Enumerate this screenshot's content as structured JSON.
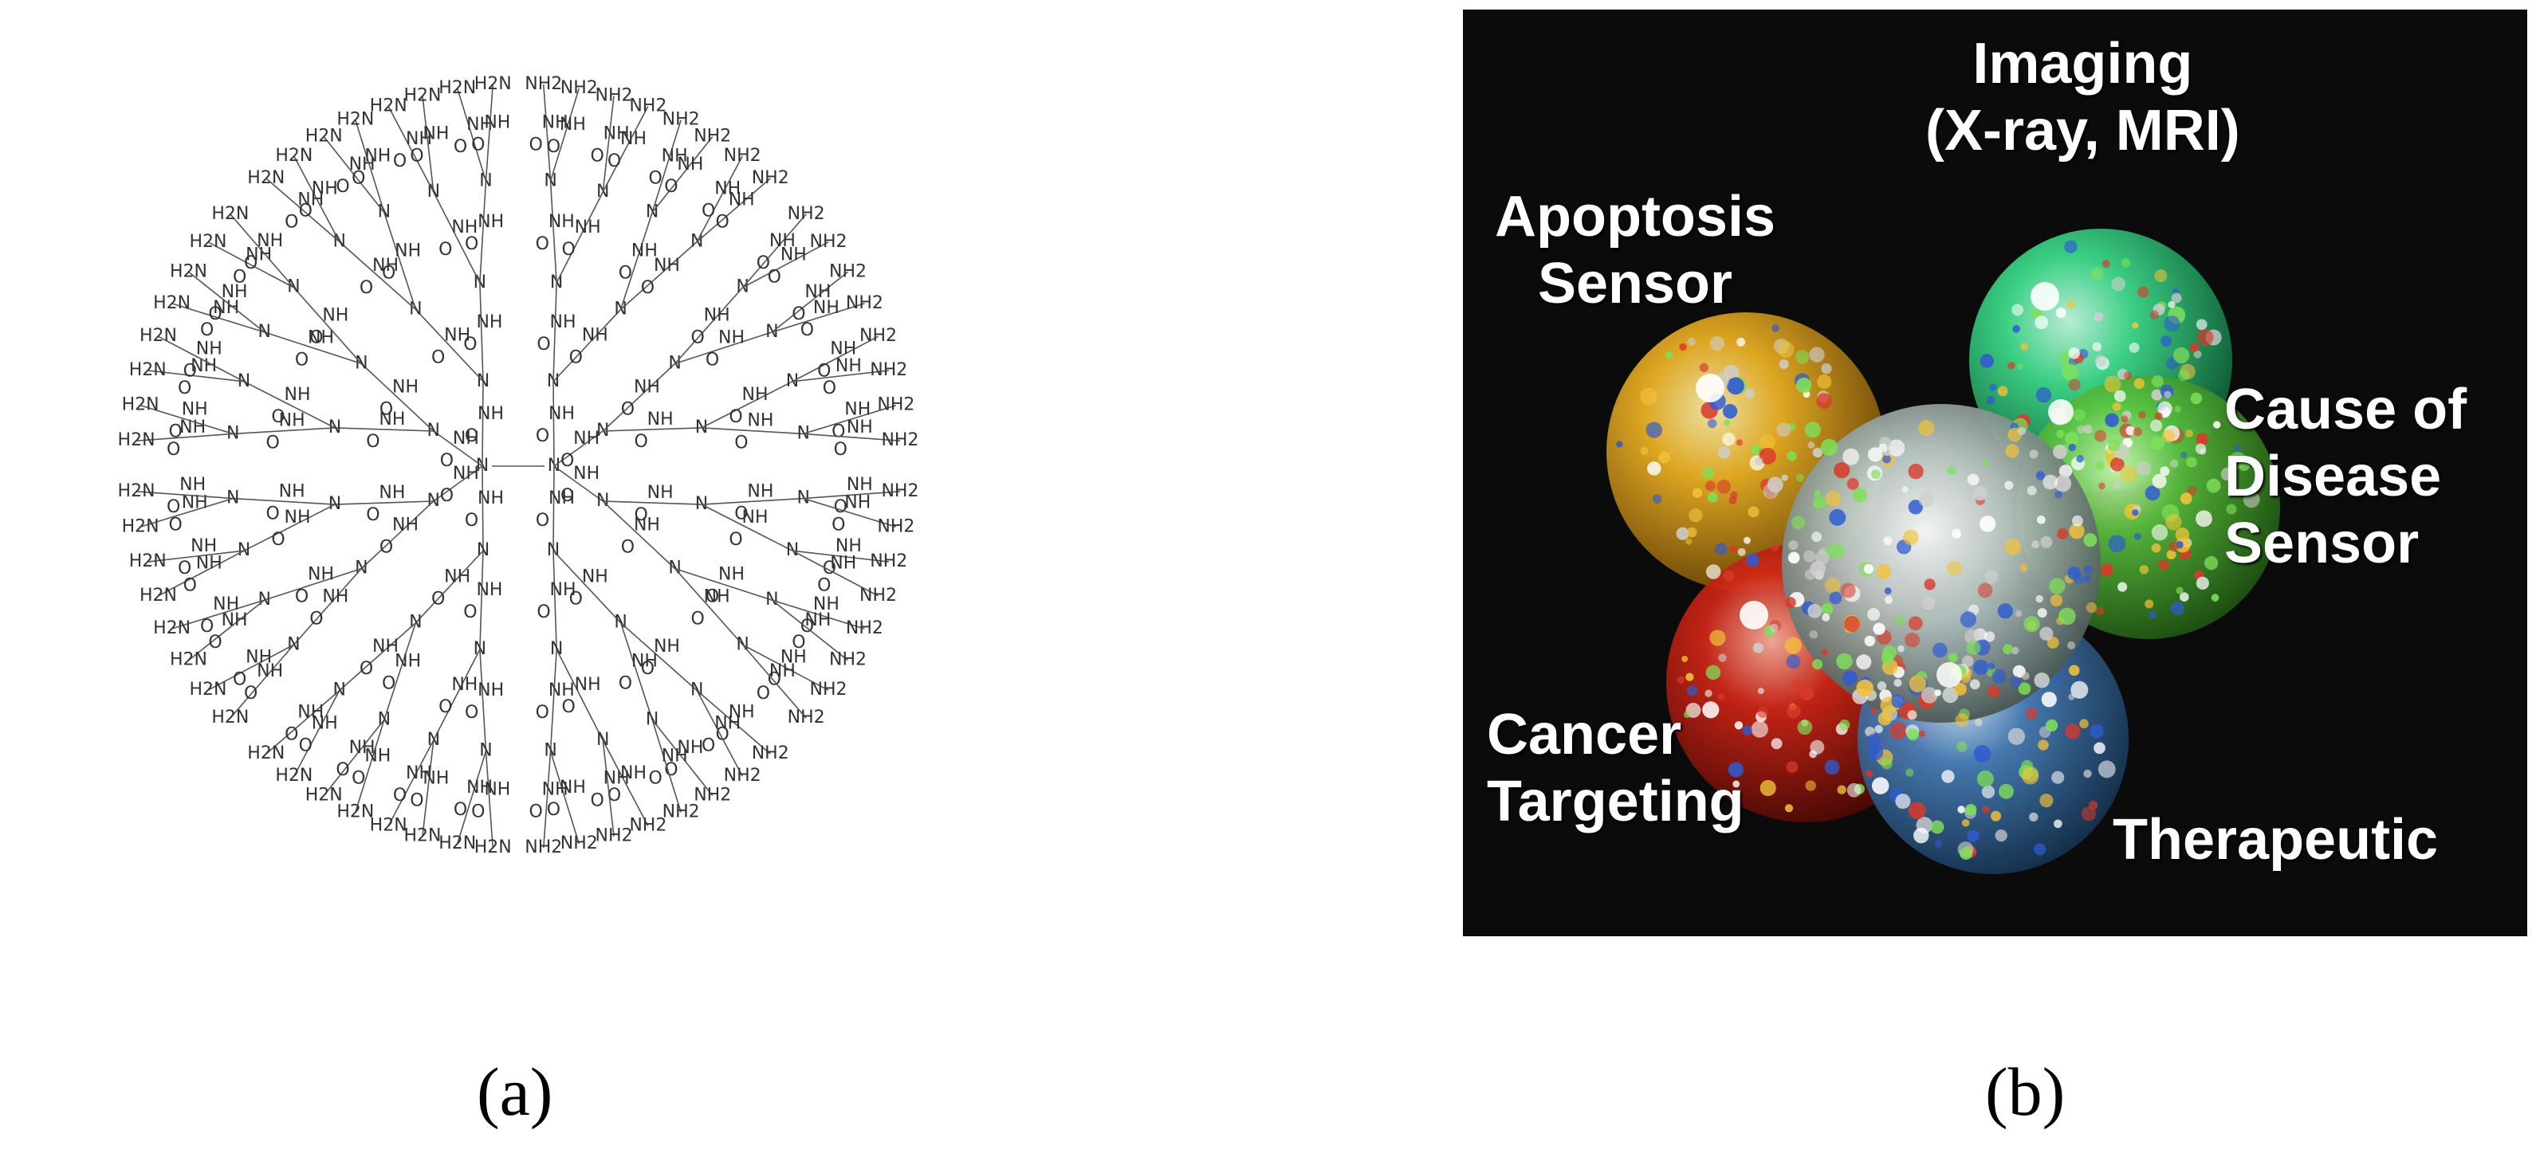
{
  "panel_a": {
    "core_label": "N",
    "branch_label": "N",
    "amide_label": "NH",
    "carbonyl_label": "O",
    "terminal_label": "H2N",
    "terminal_label_alt": "NH2"
  },
  "panel_b": {
    "labels": {
      "imaging_line1": "Imaging",
      "imaging_line2": "(X-ray, MRI)",
      "apoptosis_line1": "Apoptosis",
      "apoptosis_line2": "Sensor",
      "cause_line1": "Cause of",
      "cause_line2": "Disease",
      "cause_line3": "Sensor",
      "cancer_line1": "Cancer",
      "cancer_line2": "Targeting",
      "therapeutic": "Therapeutic"
    },
    "sphere_colors": {
      "imaging": "#2ecf7a",
      "apoptosis": "#e2a418",
      "cause": "#4fb83a",
      "cancer": "#c81a12",
      "therapeutic": "#3a6fa8"
    }
  },
  "captions": {
    "a": "(a)",
    "b": "(b)"
  }
}
